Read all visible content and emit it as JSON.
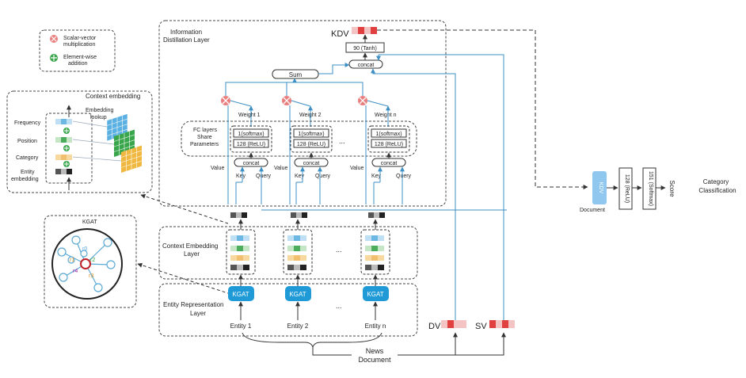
{
  "colors": {
    "blue": "#5aa9d6",
    "arrow": "#3d8fc4",
    "kgat_fill": "#1f9ad6",
    "red": "#e06060",
    "pink": "#f2b8b8",
    "green": "#3aa64c",
    "orange": "#f0c070",
    "dark": "#333333"
  },
  "legend": {
    "scalar": "Scalar-vector multiplication",
    "scalar_l1": "Scalar-vector",
    "scalar_l2": "multiplication",
    "element_l1": "Element-wise",
    "element_l2": "addition"
  },
  "context_embedding": {
    "title": "Context embedding",
    "lookup_l1": "Embedding",
    "lookup_l2": "lookup",
    "rows": [
      "Frequency",
      "Position",
      "Category",
      "Entity",
      "embedding"
    ]
  },
  "kgat_panel": {
    "title": "KGAT",
    "labels": [
      "r0",
      "r1",
      "r2",
      "r3",
      "r4"
    ]
  },
  "distill": {
    "title_l1": "Information",
    "title_l2": "Distillation Layer",
    "kdv": "KDV",
    "tanh": "90 (Tanh)",
    "concat": "concat",
    "sum": "Sum",
    "fc_l1": "FC layers",
    "fc_l2": "Share",
    "fc_l3": "Parameters",
    "softmax": "1(softmax)",
    "relu": "128 (ReLU)",
    "weights": [
      "Weight 1",
      "Weight 2",
      "Weight n"
    ],
    "value": "Value",
    "key": "Key",
    "query": "Query",
    "dots": "..."
  },
  "context_layer": {
    "l1": "Context Embedding",
    "l2": "Layer"
  },
  "entity_layer": {
    "l1": "Entity Representation",
    "l2": "Layer"
  },
  "kgat_label": "KGAT",
  "entities": [
    "Entity 1",
    "Entity 2",
    "Entity n"
  ],
  "news_l1": "News",
  "news_l2": "Document",
  "dv": "DV",
  "sv": "SV",
  "right": {
    "kdv": "KDV",
    "document": "Document",
    "relu": "128 (ReLU)",
    "softmax": "151 (Softmax)",
    "score": "Score",
    "cat_l1": "Category",
    "cat_l2": "Classification"
  }
}
